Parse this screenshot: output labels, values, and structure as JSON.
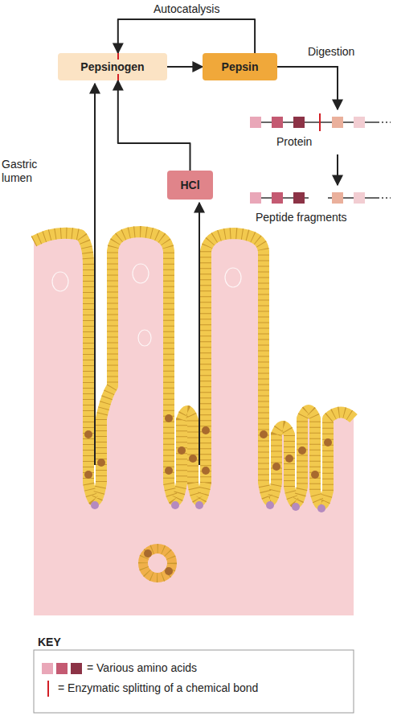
{
  "diagram": {
    "nodes": [
      {
        "text": [
          "Pepsinogen"
        ]
      },
      {
        "text": [
          "Pepsin"
        ]
      },
      {
        "text": [
          "HCl"
        ]
      }
    ],
    "edges": [
      {
        "from": 0,
        "to": 1,
        "arrow": "to"
      },
      {
        "from": 1,
        "to": 0,
        "label": "Autocatalysis",
        "arrow": "to"
      },
      {
        "from": 2,
        "to": 0,
        "arrow": "to"
      }
    ],
    "labels": [
      "Digestion",
      "Protein",
      "Peptide fragments",
      "Gastric lumen",
      "KEY"
    ],
    "legend": [
      {
        "text": "= Various amino acids"
      },
      {
        "text": "= Enzymatic splitting of a chemical bond"
      }
    ]
  }
}
